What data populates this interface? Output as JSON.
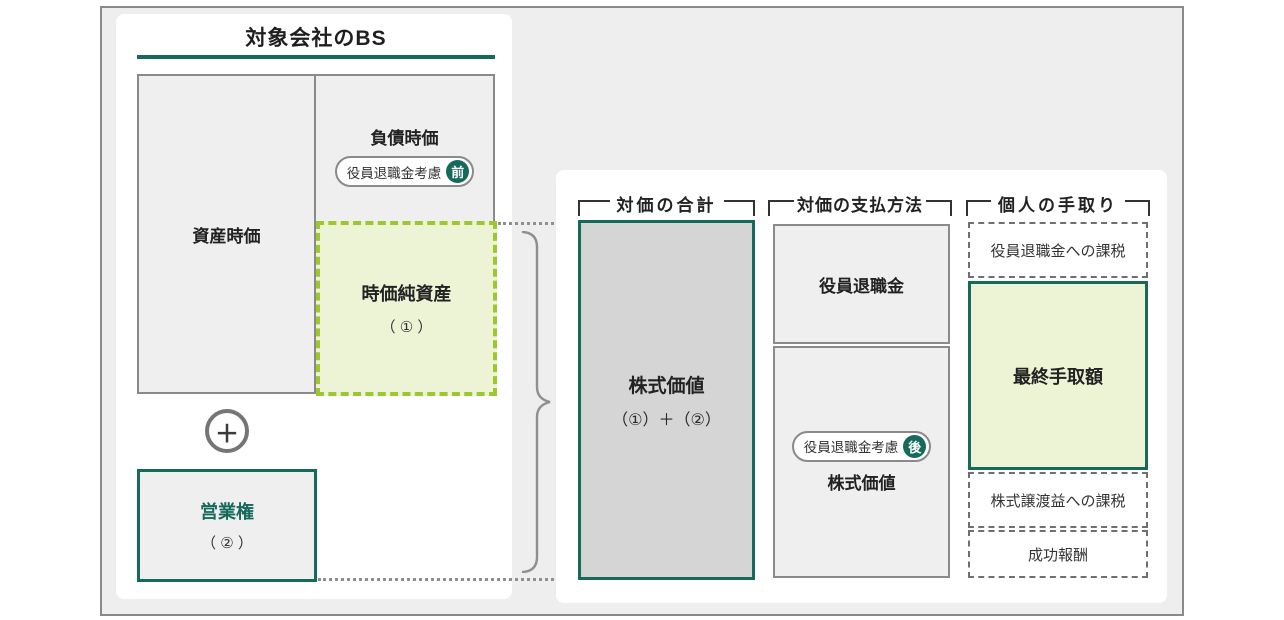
{
  "colors": {
    "teal": "#156a5c",
    "lime_dash": "#9dc72f",
    "light_green_fill": "#edf4d5",
    "gray_box_fill": "#d5d5d5",
    "panel_gray_fill": "#efefef",
    "border_gray": "#8a8a8a"
  },
  "left_panel": {
    "title": "対象会社のBS",
    "asset_label": "資産時価",
    "liability_label": "負債時価",
    "pre_badge": {
      "text": "役員退職金考慮",
      "mark": "前"
    },
    "net_assets": {
      "label": "時価純資産",
      "sub": "（ ① ）"
    },
    "plus_sign": "＋",
    "goodwill": {
      "label": "営業権",
      "sub": "（ ② ）"
    }
  },
  "right_panel": {
    "total": {
      "header": "対価の合計",
      "box": {
        "label": "株式価値",
        "sub": "（①）＋（②）"
      }
    },
    "payment": {
      "header": "対価の支払方法",
      "retirement_box": {
        "label": "役員退職金"
      },
      "share_box": {
        "badge": {
          "text": "役員退職金考慮",
          "mark": "後"
        },
        "label": "株式価値"
      }
    },
    "takehome": {
      "header": "個人の手取り",
      "boxes": [
        {
          "label": "役員退職金への課税"
        },
        {
          "label": "最終手取額"
        },
        {
          "label": "株式譲渡益への課税"
        },
        {
          "label": "成功報酬"
        }
      ]
    }
  }
}
